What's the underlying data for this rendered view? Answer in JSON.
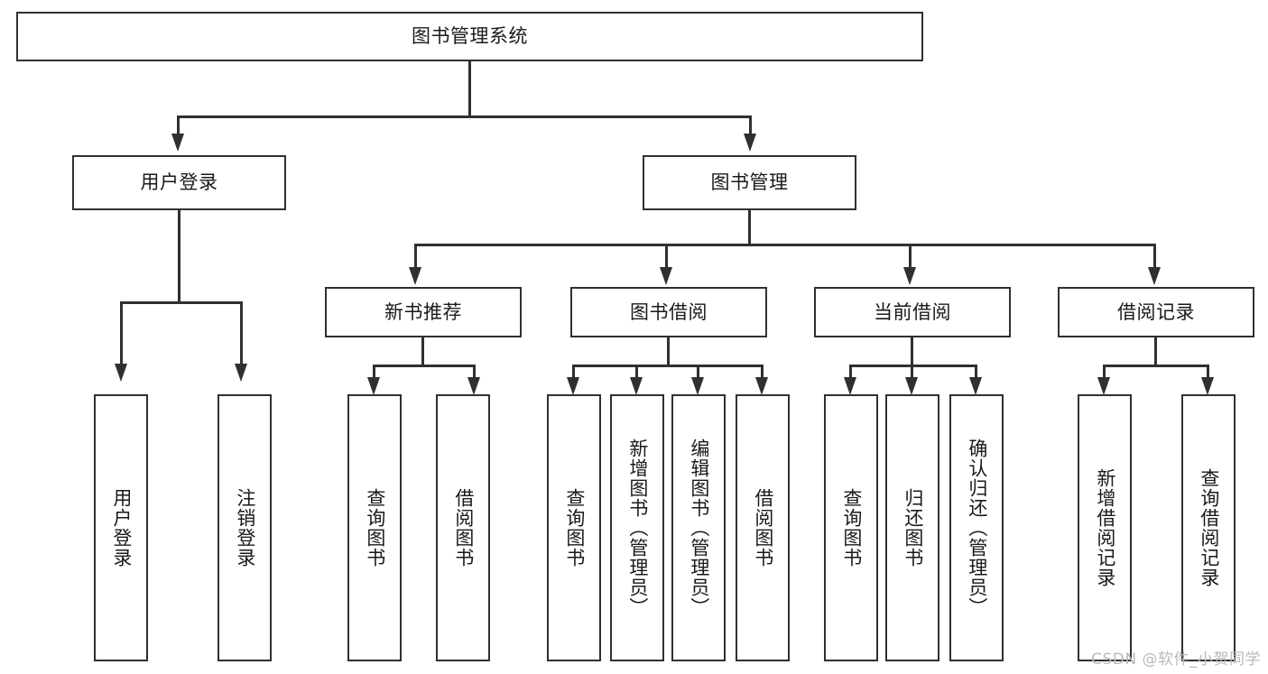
{
  "diagram": {
    "title": "图书管理系统",
    "watermark": "CSDN @软件_小贺同学",
    "root": {
      "label": "图书管理系统"
    },
    "level1": [
      {
        "label": "用户登录"
      },
      {
        "label": "图书管理"
      }
    ],
    "level2": [
      {
        "label": "新书推荐"
      },
      {
        "label": "图书借阅"
      },
      {
        "label": "当前借阅"
      },
      {
        "label": "借阅记录"
      }
    ],
    "leaves": {
      "user_login": [
        {
          "label": "用户登录"
        },
        {
          "label": "注销登录"
        }
      ],
      "new_book": [
        {
          "label": "查询图书"
        },
        {
          "label": "借阅图书"
        }
      ],
      "book_borrow": [
        {
          "label": "查询图书"
        },
        {
          "label": "新增图书（管理员）"
        },
        {
          "label": "编辑图书（管理员）"
        },
        {
          "label": "借阅图书"
        }
      ],
      "current_borrow": [
        {
          "label": "查询图书"
        },
        {
          "label": "归还图书"
        },
        {
          "label": "确认归还（管理员）"
        }
      ],
      "borrow_record": [
        {
          "label": "新增借阅记录"
        },
        {
          "label": "查询借阅记录"
        }
      ]
    }
  }
}
